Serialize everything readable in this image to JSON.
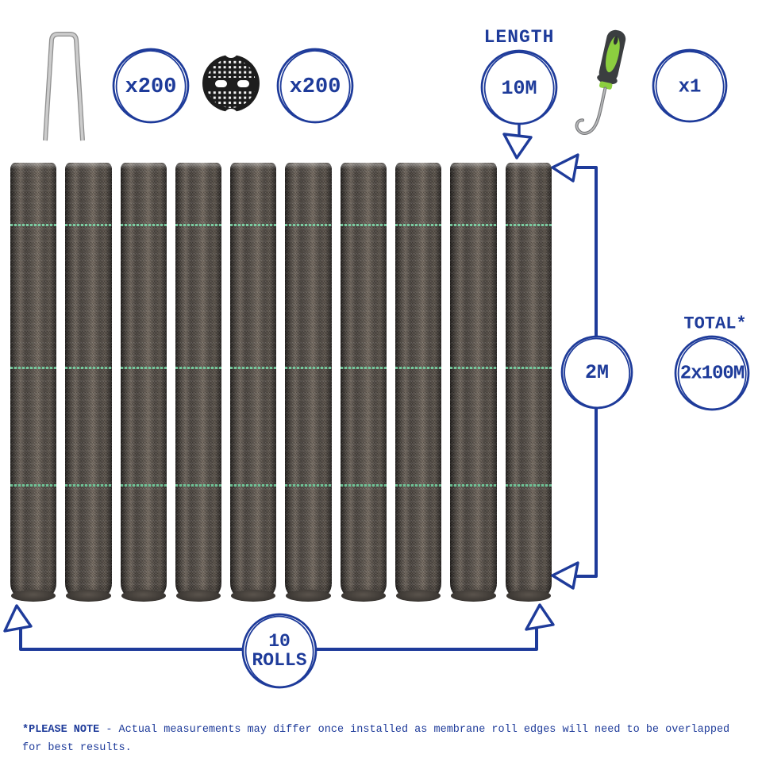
{
  "colors": {
    "accent_blue": "#1e3b9a",
    "roll_fabric": "#45403c",
    "stripe_green": "#74c79b",
    "tool_green": "#8ccf3f",
    "peg_metal": "#c2c2c2",
    "disc_black": "#1d1d1d"
  },
  "icons": {
    "peg": "ground-peg-icon",
    "disc": "perforated-peg-disc-icon",
    "tool": "hook-tool-icon",
    "arrows": [
      "arrow-down-icon",
      "arrow-left-icon",
      "arrow-up-icon"
    ]
  },
  "top_row": {
    "peg_count": "x200",
    "disc_count": "x200",
    "length_label": "LENGTH",
    "length_value": "10M",
    "tool_count": "x1"
  },
  "measurements": {
    "width_value": "2M",
    "total_label": "TOTAL*",
    "total_value": "2x100M",
    "rolls_count_line1": "10",
    "rolls_count_line2": "ROLLS"
  },
  "rolls": {
    "count": 10,
    "stripes_per_roll": 3
  },
  "note": {
    "prefix": "*PLEASE NOTE",
    "body": " - Actual measurements may differ once installed as membrane roll edges will need to be overlapped for best results."
  }
}
